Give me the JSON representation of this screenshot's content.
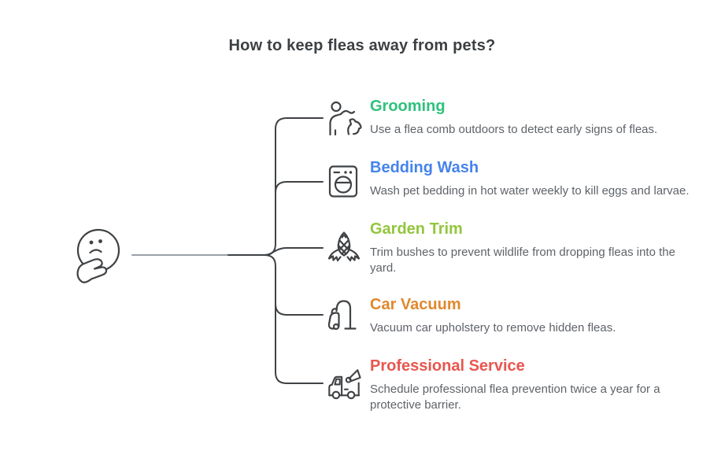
{
  "header": {
    "title": "How to keep fleas away from pets?"
  },
  "colors": {
    "heading": "#3c4043",
    "description": "#5f6368",
    "icon_stroke": "#3f4245",
    "connector": "#3f4245",
    "connector_faded": "#9aa0a6",
    "background": "#ffffff"
  },
  "mindmap": {
    "root_icon": "thinking-face-icon",
    "items": [
      {
        "title": "Grooming",
        "title_color": "#2ec27d",
        "description": "Use a flea comb outdoors to detect early signs of fleas.",
        "icon": "person-grooming-pet-icon"
      },
      {
        "title": "Bedding Wash",
        "title_color": "#4583ec",
        "description": "Wash pet bedding in hot water weekly to kill eggs and larvae.",
        "icon": "washing-machine-icon"
      },
      {
        "title": "Garden Trim",
        "title_color": "#93c63c",
        "description": "Trim bushes to prevent wildlife from dropping fleas into the yard.",
        "icon": "corn-plant-icon"
      },
      {
        "title": "Car Vacuum",
        "title_color": "#e0882e",
        "description": "Vacuum car upholstery to remove hidden fleas.",
        "icon": "vacuum-cleaner-icon"
      },
      {
        "title": "Professional Service",
        "title_color": "#e8564e",
        "description": "Schedule professional flea prevention twice a year for a protective barrier.",
        "icon": "service-truck-icon"
      }
    ]
  }
}
